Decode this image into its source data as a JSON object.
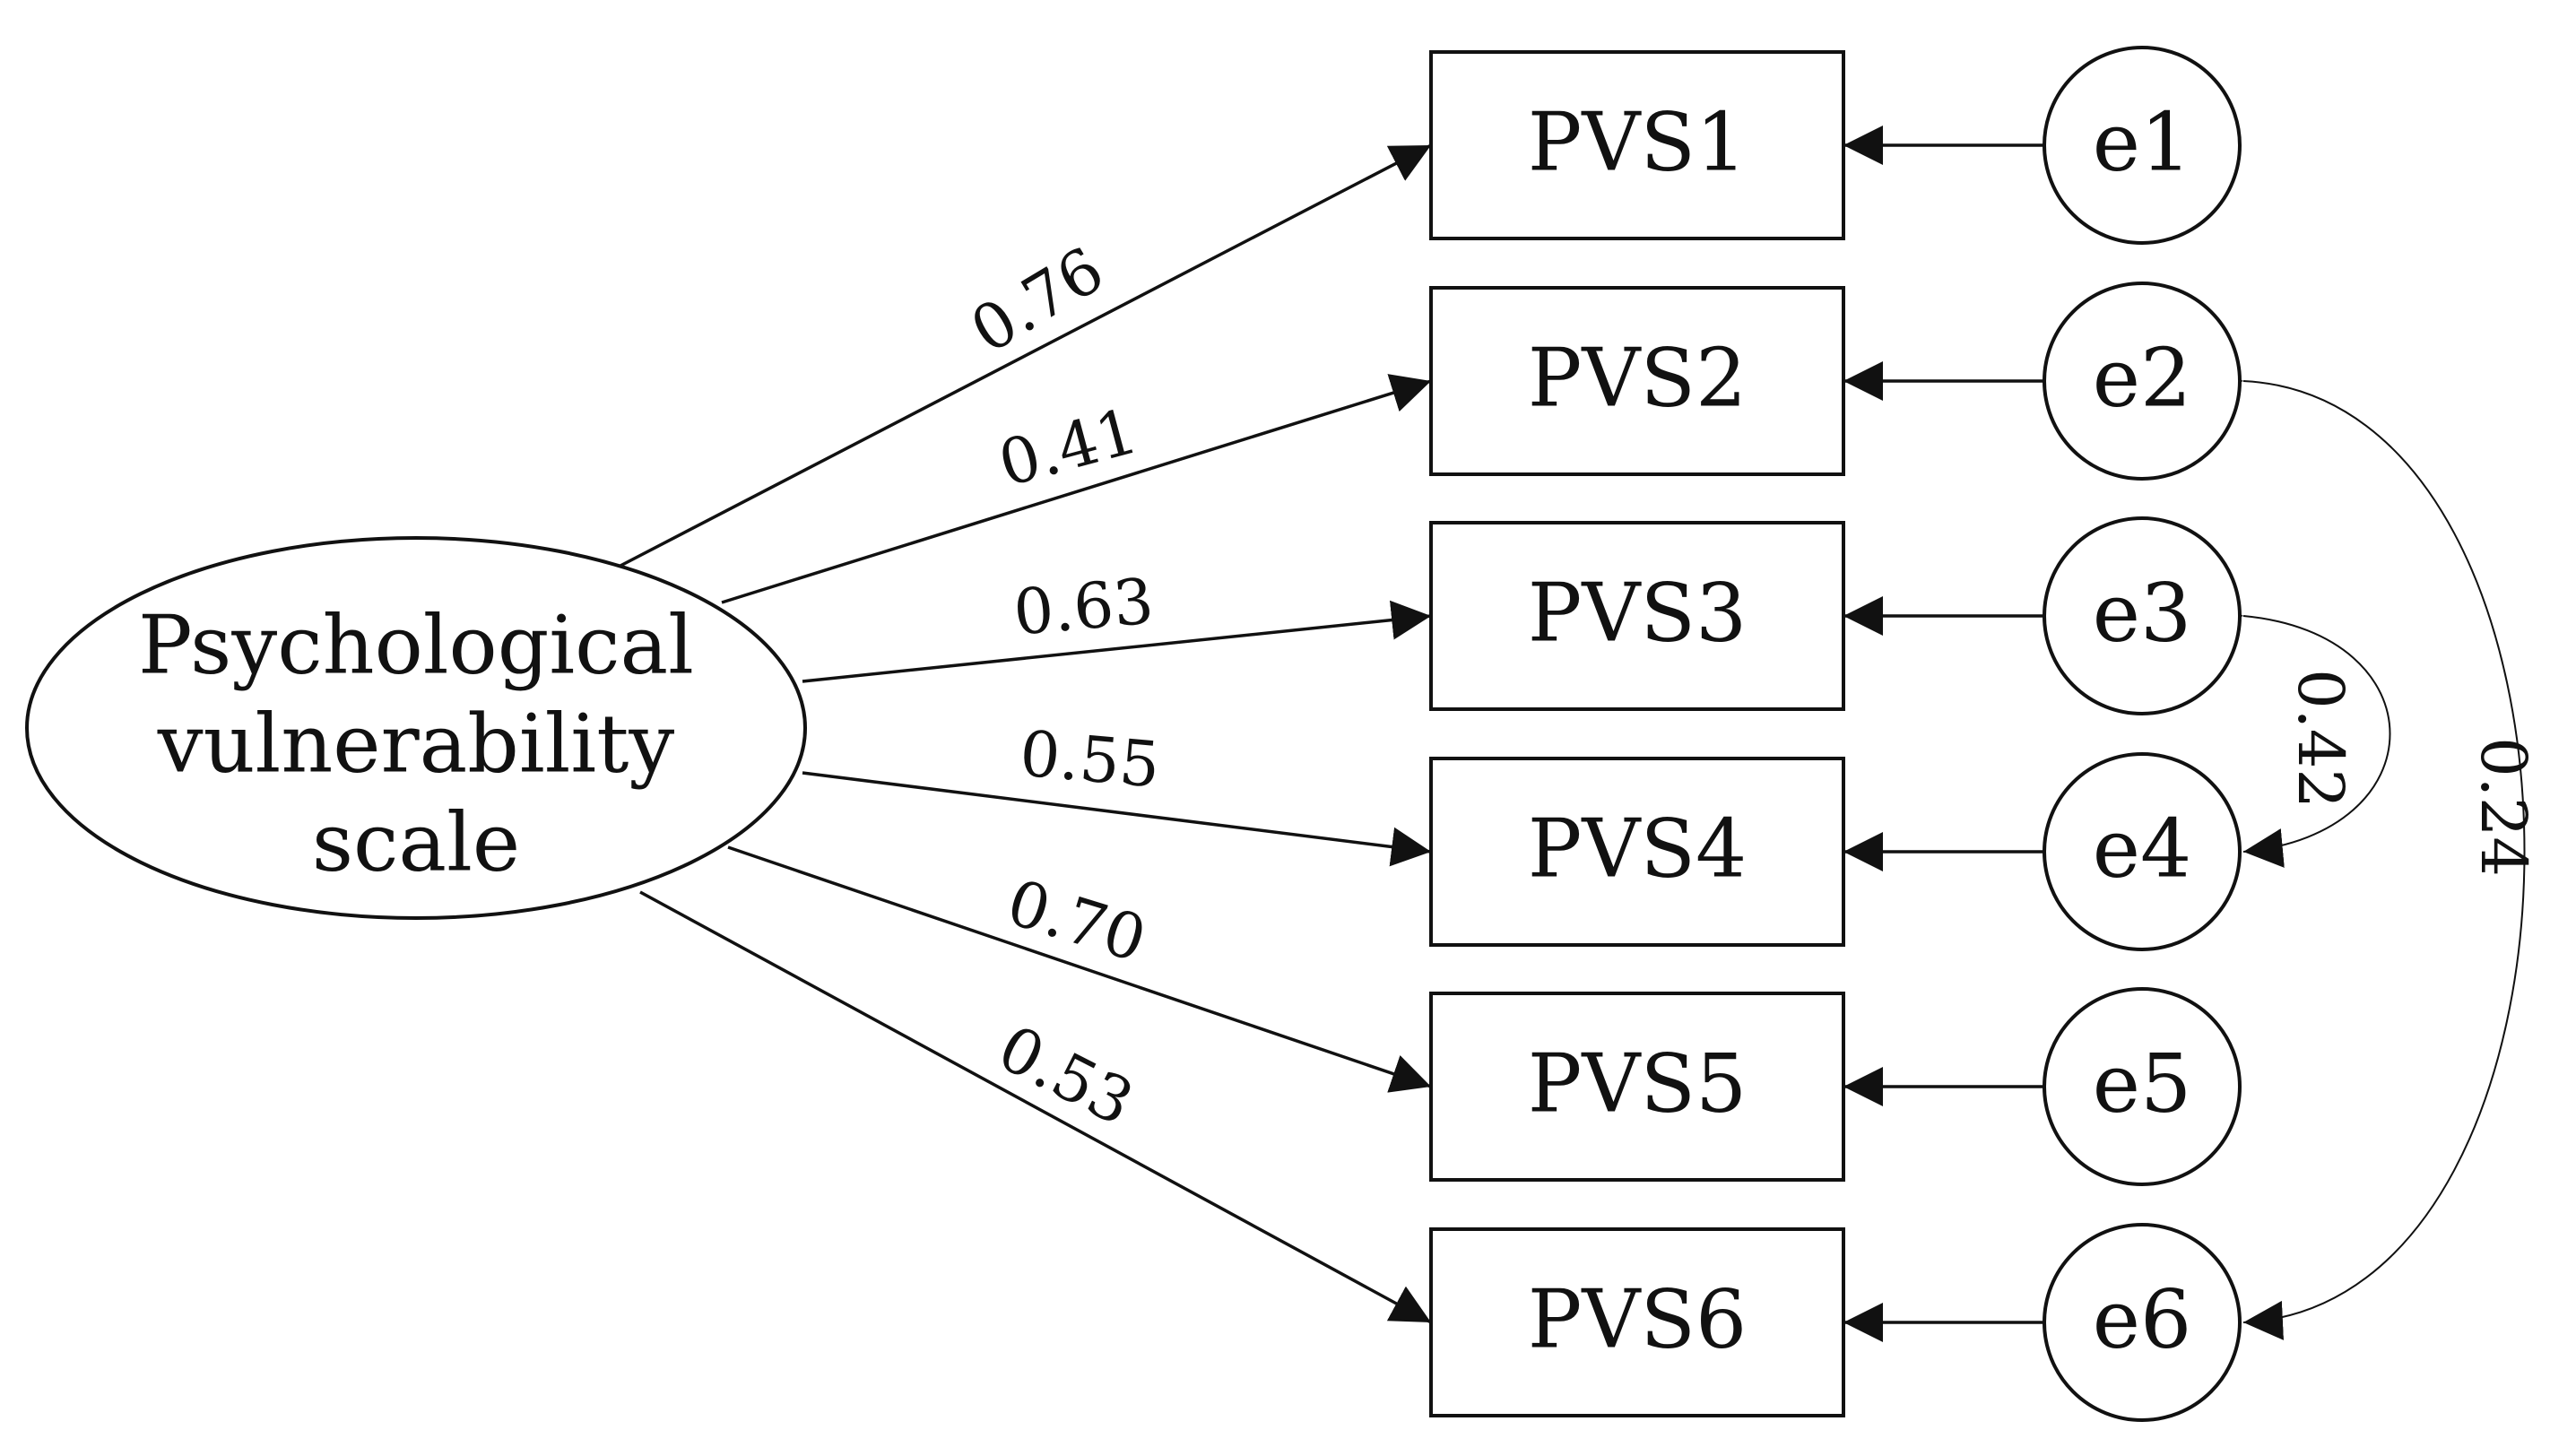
{
  "latent": {
    "lines": [
      "Psychological",
      "vulnerability",
      "scale"
    ]
  },
  "indicators": [
    {
      "label": "PVS1",
      "error": "e1",
      "loading": "0.76"
    },
    {
      "label": "PVS2",
      "error": "e2",
      "loading": "0.41"
    },
    {
      "label": "PVS3",
      "error": "e3",
      "loading": "0.63"
    },
    {
      "label": "PVS4",
      "error": "e4",
      "loading": "0.55"
    },
    {
      "label": "PVS5",
      "error": "e5",
      "loading": "0.70"
    },
    {
      "label": "PVS6",
      "error": "e6",
      "loading": "0.53"
    }
  ],
  "covariances": [
    {
      "from": "e3",
      "to": "e4",
      "value": "0.42"
    },
    {
      "from": "e2",
      "to": "e6",
      "value": "0.24"
    }
  ]
}
